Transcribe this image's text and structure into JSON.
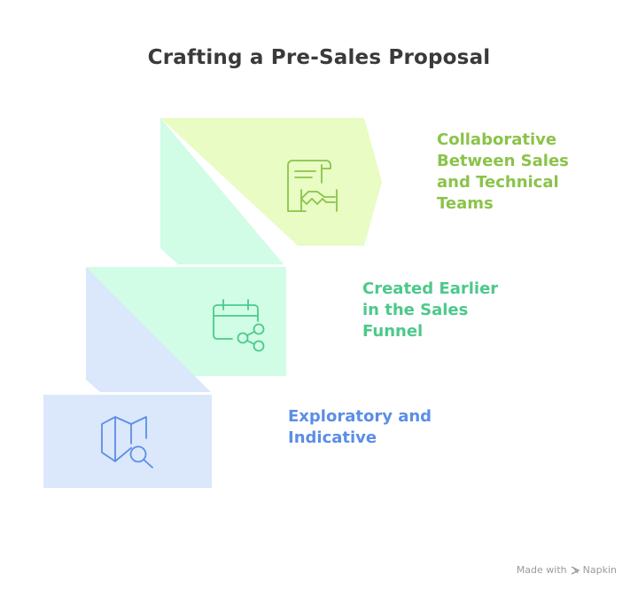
{
  "title": "Crafting a Pre-Sales Proposal",
  "steps": [
    {
      "label": "Collaborative\nBetween Sales\nand Technical\nTeams",
      "icon": "document-handshake-icon",
      "color": "#8bc34a"
    },
    {
      "label": "Created Earlier\nin the Sales\nFunnel",
      "icon": "calendar-share-icon",
      "color": "#4cc98a"
    },
    {
      "label": "Exploratory and\nIndicative",
      "icon": "map-search-icon",
      "color": "#5b8ee6"
    }
  ],
  "footer": {
    "made_with": "Made with",
    "brand": "Napkin"
  }
}
